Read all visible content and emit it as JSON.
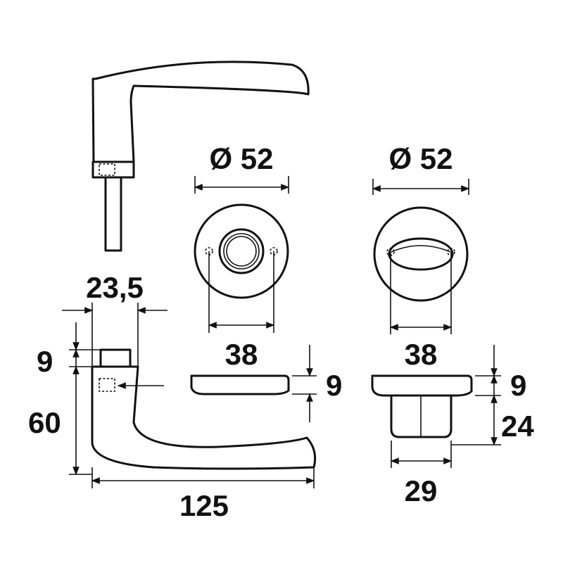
{
  "dimensions": {
    "rose_diameter": "Ø 52",
    "escutcheon_diameter": "Ø 52",
    "lever_neck_width": "23,5",
    "neck_height": "9",
    "lever_height": "60",
    "lever_length": "125",
    "rose_hole_spacing": "38",
    "rose_thickness": "9",
    "escutcheon_hole_spacing": "38",
    "escutcheon_thickness": "9",
    "escutcheon_boss_height": "24",
    "escutcheon_boss_width": "29"
  },
  "colors": {
    "line": "#111111",
    "background": "#ffffff"
  }
}
